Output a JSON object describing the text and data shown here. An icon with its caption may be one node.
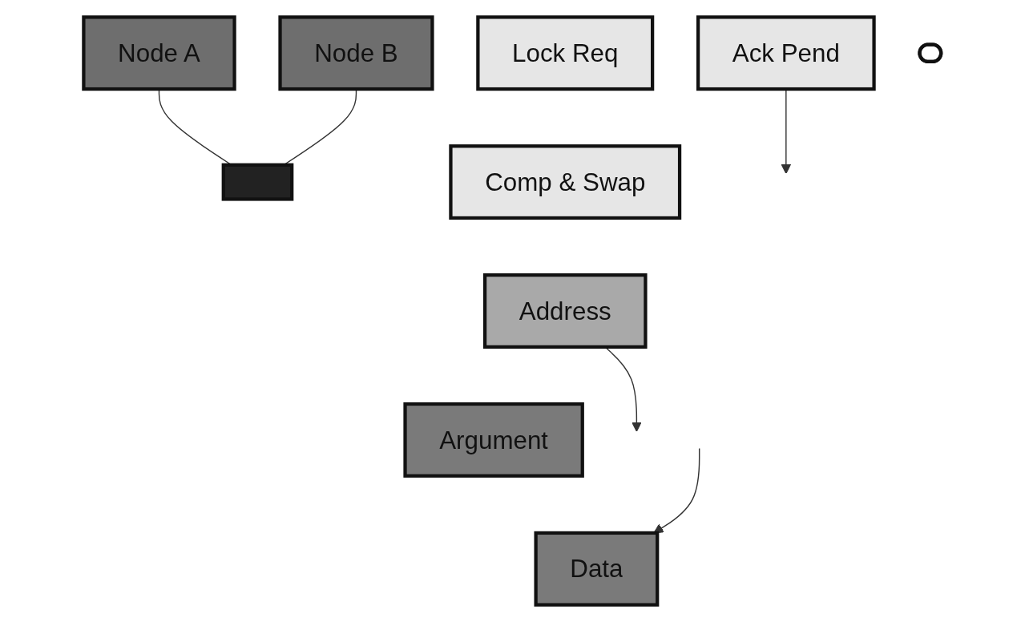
{
  "diagram": {
    "nodes": [
      {
        "text": [
          "Node A"
        ]
      },
      {
        "text": [
          "Node B"
        ]
      },
      {
        "text": [],
        "shape": "bar"
      },
      {
        "text": [
          "Lock Req"
        ]
      },
      {
        "text": [
          "Comp & Swap"
        ]
      },
      {
        "text": [
          "Address"
        ]
      },
      {
        "text": [
          "Argument"
        ]
      },
      {
        "text": [
          "Data"
        ]
      },
      {
        "text": [
          "Ack Pend"
        ]
      },
      {
        "text": [],
        "shape": "ellipse"
      }
    ],
    "edges": [
      {
        "from": 0,
        "to": 2,
        "arrow": "none"
      },
      {
        "from": 1,
        "to": 2,
        "arrow": "none"
      },
      {
        "from": 5,
        "to": null,
        "arrow": "to"
      },
      {
        "from": 8,
        "to": null,
        "arrow": "to"
      },
      {
        "from": null,
        "to": 7,
        "arrow": "to"
      }
    ]
  }
}
